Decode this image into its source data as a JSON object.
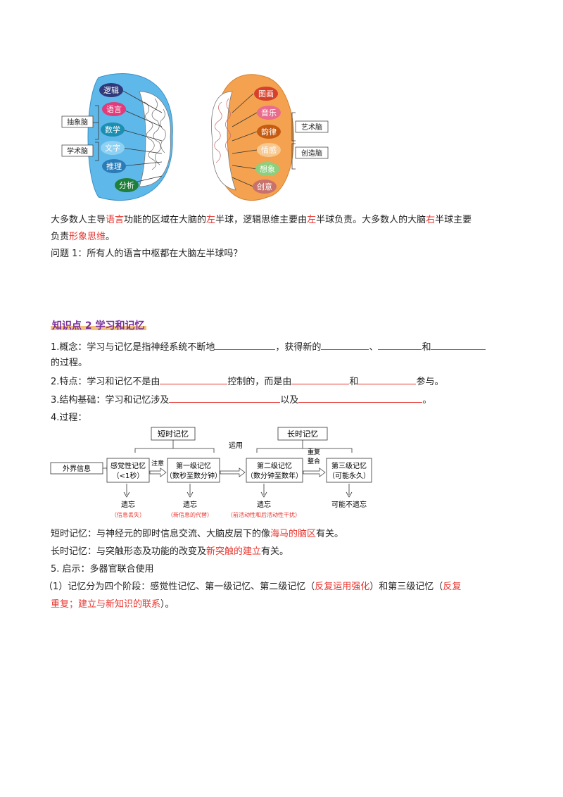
{
  "brain_left": {
    "bubbles": [
      "逻辑",
      "语言",
      "数学",
      "文字",
      "推理",
      "分析"
    ],
    "tags": [
      "抽象脑",
      "学术脑"
    ]
  },
  "brain_right": {
    "bubbles": [
      "图画",
      "音乐",
      "韵律",
      "情感",
      "想象",
      "创意"
    ],
    "tags": [
      "艺术脑",
      "创造脑"
    ]
  },
  "para1": {
    "line1": [
      {
        "t": "大多数人主导",
        "red": false
      },
      {
        "t": "语言",
        "red": true
      },
      {
        "t": "功能的区域在大脑的",
        "red": false
      },
      {
        "t": "左",
        "red": true
      },
      {
        "t": "半球，逻辑思维主要由",
        "red": false
      },
      {
        "t": "左",
        "red": true
      },
      {
        "t": "半球负责。大多数人的大脑",
        "red": false
      },
      {
        "t": "右",
        "red": true
      },
      {
        "t": "半球主要",
        "red": false
      }
    ],
    "line2_prefix": "负责",
    "line2_red": "形象思维",
    "line2_suffix": "。"
  },
  "question1": "问题 1：所有人的语言中枢都在大脑左半球吗？",
  "section2_title": "知识点 2    学习和记忆",
  "items": {
    "p1_a": "1.概念：学习与记忆是指神经系统不断地",
    "p1_b": "，获得新的",
    "p1_c": "、",
    "p1_d": "和",
    "p1_e": "的过程。",
    "p2_a": "2.特点：学习和记忆不是由",
    "p2_b": "控制的，而是由",
    "p2_c": "和",
    "p2_d": "参与。",
    "p3_a": "3.结构基础：学习和记忆涉及",
    "p3_b": "以及",
    "p3_c": "。",
    "p4": "4.过程："
  },
  "flow": {
    "short_term": "短时记忆",
    "long_term": "长时记忆",
    "outside": "外界信息",
    "sensory": "感觉性记忆",
    "sensory_sub": "（<1秒）",
    "attention": "注意",
    "first": "第一级记忆",
    "first_sub": "（数秒至数分钟）",
    "use": "运用",
    "second": "第二级记忆",
    "second_sub": "（数分钟至数年）",
    "repeat": "重复",
    "integrate": "整合",
    "third": "第三级记忆",
    "third_sub": "（可能永久）",
    "forget1": "遗忘",
    "forget1_note": "（信息丢失）",
    "forget2": "遗忘",
    "forget2_note": "（新信息的代替）",
    "forget3": "遗忘",
    "forget3_note": "（前活动性和后活动性干扰）",
    "no_forget": "可能不遗忘"
  },
  "short_memory": {
    "a": "短时记忆：与神经元的即时信息交流、大脑皮层下的像",
    "red": "海马的脑区",
    "b": "有关。"
  },
  "long_memory": {
    "a": "长时记忆：与突触形态及功能的改变及",
    "red": "新突触的建立",
    "b": "有关。"
  },
  "item5": "5. 启示：多器官联合使用",
  "stage": {
    "a": "（1）记忆分为四个阶段：感觉性记忆、第一级记忆、第二级记忆（",
    "red1": "反复运用强化",
    "b": "）和第三级记忆（",
    "red2": "反复",
    "red3": "重复；建立与新知识的联系",
    "c": "）。"
  },
  "colors": {
    "left_brain_bg": "#5fb8ea",
    "right_brain_bg": "#f4a24f",
    "accent_red": "#e8352f",
    "heading_purple": "#7a2fa0"
  }
}
